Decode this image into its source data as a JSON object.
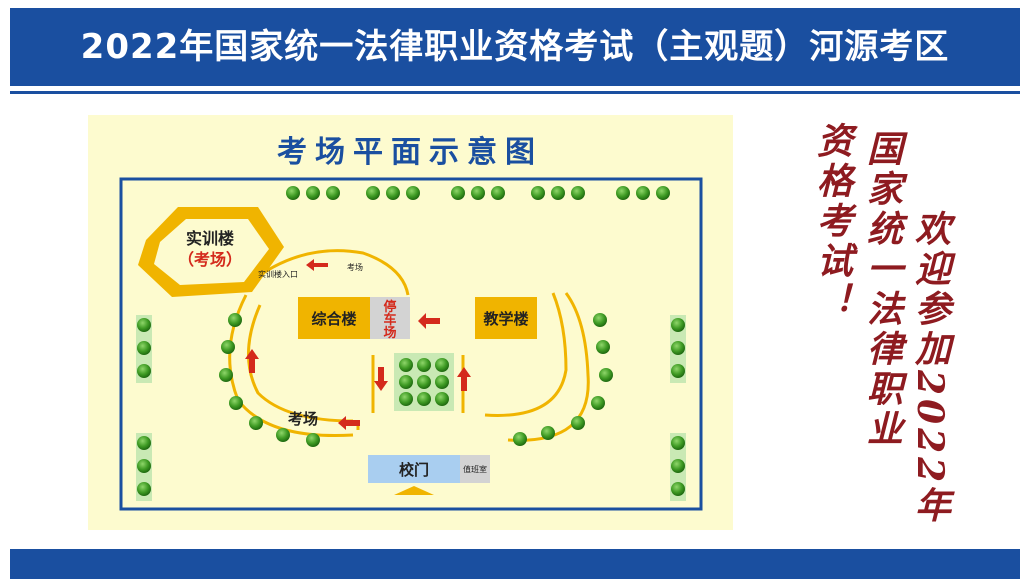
{
  "header": {
    "title": "2022年国家统一法律职业资格考试（主观题）河源考区"
  },
  "map": {
    "title": "考场平面示意图",
    "training_building": "实训楼",
    "training_exam": "（考场）",
    "training_entrance": "实训楼入口",
    "exam_path_label": "考场",
    "complex_building": "综合楼",
    "parking": [
      "停",
      "车",
      "场"
    ],
    "teaching_building": "教学楼",
    "exam_area_label": "考场",
    "school_gate": "校门",
    "duty_room": "值班室"
  },
  "welcome": {
    "line1": "欢迎参加2022年",
    "line2": "国家统一法律职业",
    "line3": "资格考试！"
  },
  "colors": {
    "brand_blue": "#1a4fa0",
    "panel_bg": "#fdfbcf",
    "building": "#f0b400",
    "arrow": "#d42a1c",
    "tree": "#3f9b24",
    "text_red": "#8e1b20"
  }
}
